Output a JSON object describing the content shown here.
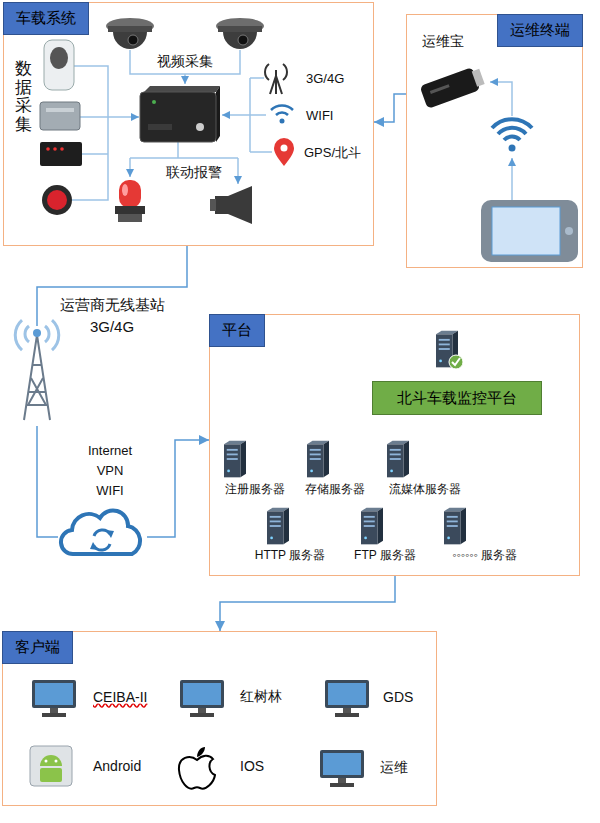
{
  "diagram": {
    "nodes": [
      {
        "text": [
          "车载系统"
        ]
      },
      {
        "text": [
          "运维终端"
        ]
      },
      {
        "text": [
          "平台"
        ]
      },
      {
        "text": [
          "北斗车载监控平台"
        ],
        "in": 2
      },
      {
        "text": [
          "客户端"
        ]
      }
    ],
    "edges": [
      {
        "from": 1,
        "to": 0,
        "arrow": "to"
      },
      {
        "from": 0,
        "to": 2,
        "arrow": "to"
      },
      {
        "from": 2,
        "to": 4,
        "arrow": "to"
      }
    ],
    "labels": [
      "数据采集",
      "视频采集",
      "3G/4G",
      "WIFI",
      "GPS/北斗",
      "联动报警",
      "运维宝",
      "运营商无线基站 3G/4G",
      "Internet VPN WIFI",
      "注册服务器",
      "存储服务器",
      "流媒体服务器",
      "HTTP 服务器",
      "FTP 服务器",
      "◦◦◦◦◦◦ 服务器",
      "CEIBA-II",
      "红树林",
      "GDS",
      "Android",
      "IOS",
      "运维"
    ]
  }
}
